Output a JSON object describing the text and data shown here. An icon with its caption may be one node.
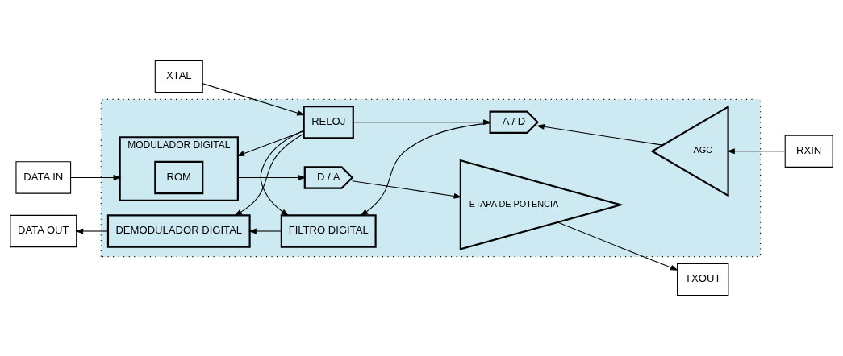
{
  "diagram": {
    "nodes": [
      {
        "text": [],
        "shape": "box"
      },
      {
        "text": [
          "DATA IN"
        ]
      },
      {
        "text": [
          "MODULADOR DIGITAL"
        ],
        "in": 0
      },
      {
        "text": [
          "ROM"
        ],
        "in": 2
      },
      {
        "text": [
          "D / A"
        ],
        "in": 0
      },
      {
        "text": [
          "ETAPA DE POTENCIA"
        ],
        "in": 0
      },
      {
        "text": [
          "TXOUT"
        ]
      },
      {
        "text": [
          "XTAL"
        ]
      },
      {
        "text": [
          "RELOJ"
        ],
        "in": 0
      },
      {
        "text": [
          "DATA OUT"
        ]
      },
      {
        "text": [
          "DEMODULADOR DIGITAL"
        ],
        "in": 0
      },
      {
        "text": [
          "FILTRO DIGITAL"
        ],
        "in": 0
      },
      {
        "text": [
          "A / D"
        ],
        "in": 0
      },
      {
        "text": [
          "AGC"
        ],
        "in": 0
      },
      {
        "text": [
          "RXIN"
        ]
      }
    ],
    "edges": [
      {
        "from": 1,
        "to": 2,
        "arrow": "to"
      },
      {
        "from": 2,
        "to": 4,
        "arrow": "to"
      },
      {
        "from": 4,
        "to": 5,
        "arrow": "to"
      },
      {
        "from": 5,
        "to": 6,
        "arrow": "to"
      },
      {
        "from": 7,
        "to": 8,
        "arrow": "to"
      },
      {
        "from": 8,
        "to": 2,
        "arrow": "to"
      },
      {
        "from": 8,
        "to": 10,
        "arrow": "to"
      },
      {
        "from": 8,
        "to": 11,
        "arrow": "to"
      },
      {
        "from": 8,
        "to": 12,
        "arrow": "to"
      },
      {
        "from": 14,
        "to": 13,
        "arrow": "to"
      },
      {
        "from": 13,
        "to": 12,
        "arrow": "to"
      },
      {
        "from": 12,
        "to": 11,
        "arrow": "to"
      },
      {
        "from": 11,
        "to": 10,
        "arrow": "to"
      },
      {
        "from": 10,
        "to": 9,
        "arrow": "to"
      }
    ]
  }
}
